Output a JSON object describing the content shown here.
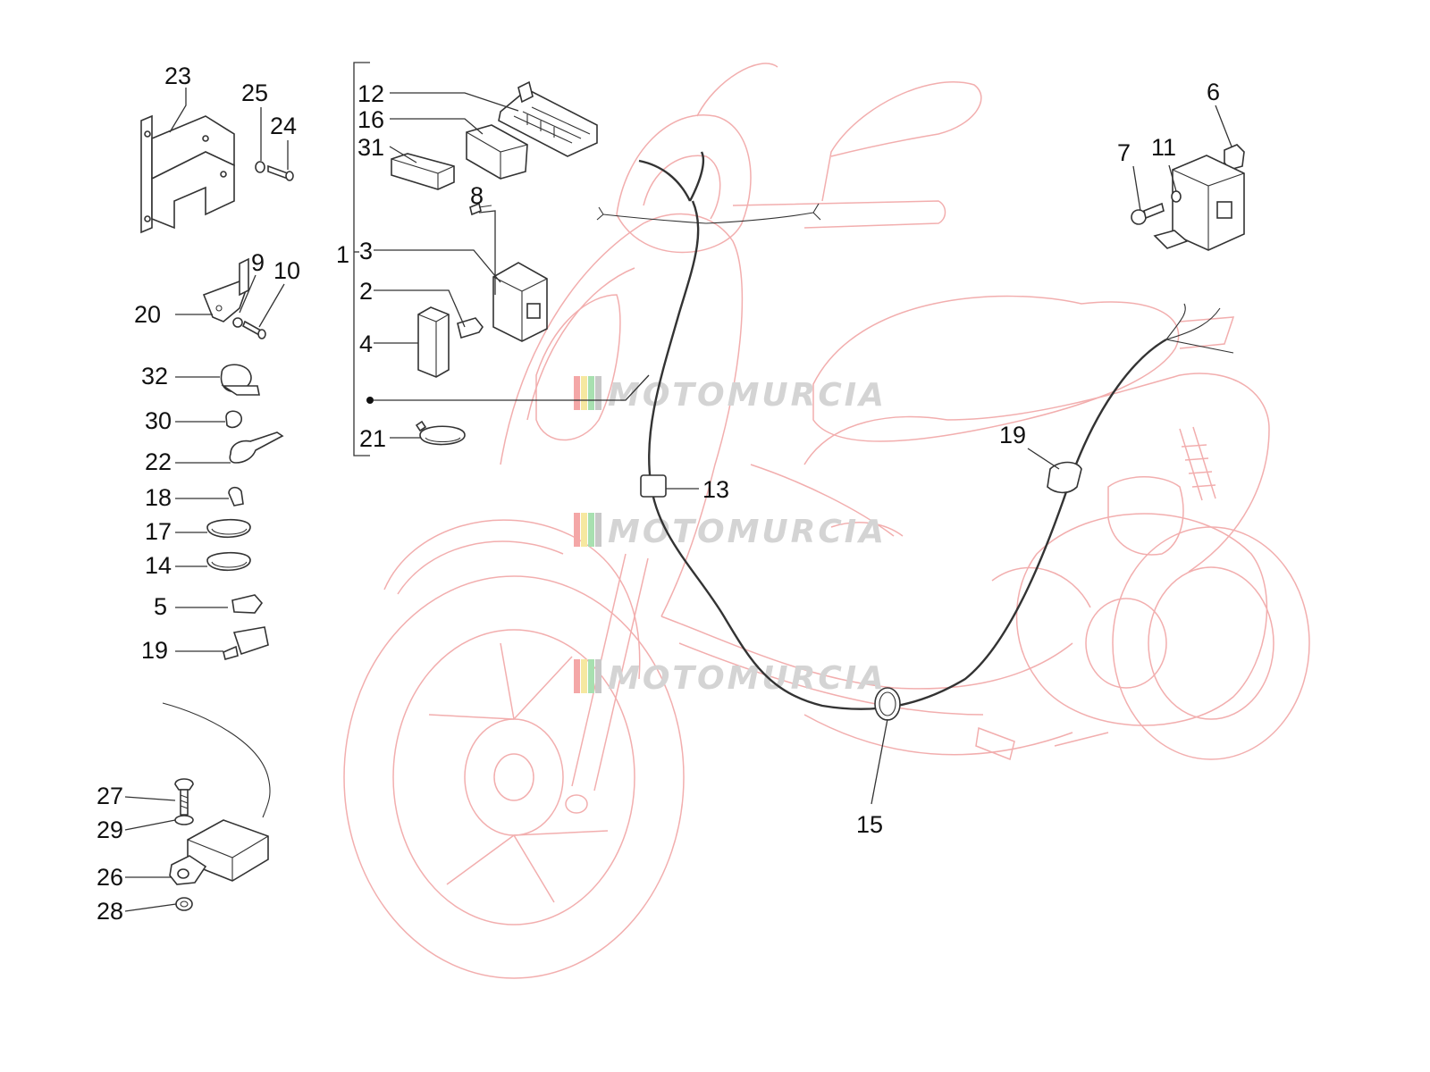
{
  "watermark": {
    "text": "MOTOMURCIA",
    "stripe_colors": [
      "#f4a7a7",
      "#f6e8a0",
      "#a8e0b0",
      "#c8c8c8"
    ]
  },
  "bracket_group_label": "1",
  "callouts": {
    "c1": "1",
    "c2": "2",
    "c3": "3",
    "c4": "4",
    "c5": "5",
    "c6": "6",
    "c7": "7",
    "c8": "8",
    "c9": "9",
    "c10": "10",
    "c11": "11",
    "c12": "12",
    "c13": "13",
    "c14": "14",
    "c15": "15",
    "c16": "16",
    "c17": "17",
    "c18": "18",
    "c19a": "19",
    "c19b": "19",
    "c20": "20",
    "c21": "21",
    "c22": "22",
    "c23": "23",
    "c24": "24",
    "c25": "25",
    "c26": "26",
    "c27": "27",
    "c28": "28",
    "c29": "29",
    "c30": "30",
    "c31": "31",
    "c32": "32"
  },
  "colors": {
    "line": "#333333",
    "ghost": "#f2aeae",
    "background": "#ffffff"
  }
}
